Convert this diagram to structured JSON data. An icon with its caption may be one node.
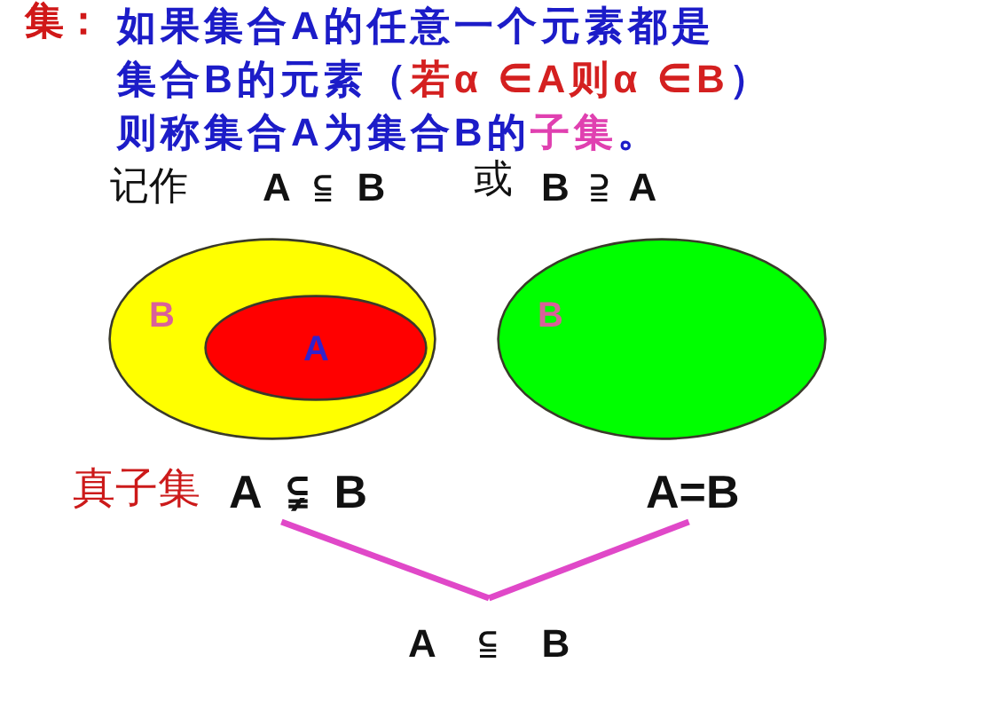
{
  "diagram": {
    "title": "集：",
    "nodes": [
      {
        "text": [
          "B"
        ]
      },
      {
        "text": [
          "A"
        ],
        "in": 0
      },
      {
        "text": [
          "B"
        ]
      },
      {
        "text": [
          "A ⫋ B"
        ],
        "beside": [
          "真子集"
        ]
      },
      {
        "text": [
          "A=B"
        ]
      },
      {
        "text": [
          "A ⫅ B"
        ]
      }
    ],
    "edges": [
      {
        "from": 3,
        "to": 5,
        "arrow": "none"
      },
      {
        "from": 4,
        "to": 5,
        "arrow": "none"
      }
    ],
    "labels": [
      "如果集合A的任意一个元素都是集合B的元素（若α ∈A则α ∈B）则称集合A为集合B的子集。",
      "记作",
      "A ⫅ B",
      "或",
      "B ⫆ A"
    ]
  }
}
